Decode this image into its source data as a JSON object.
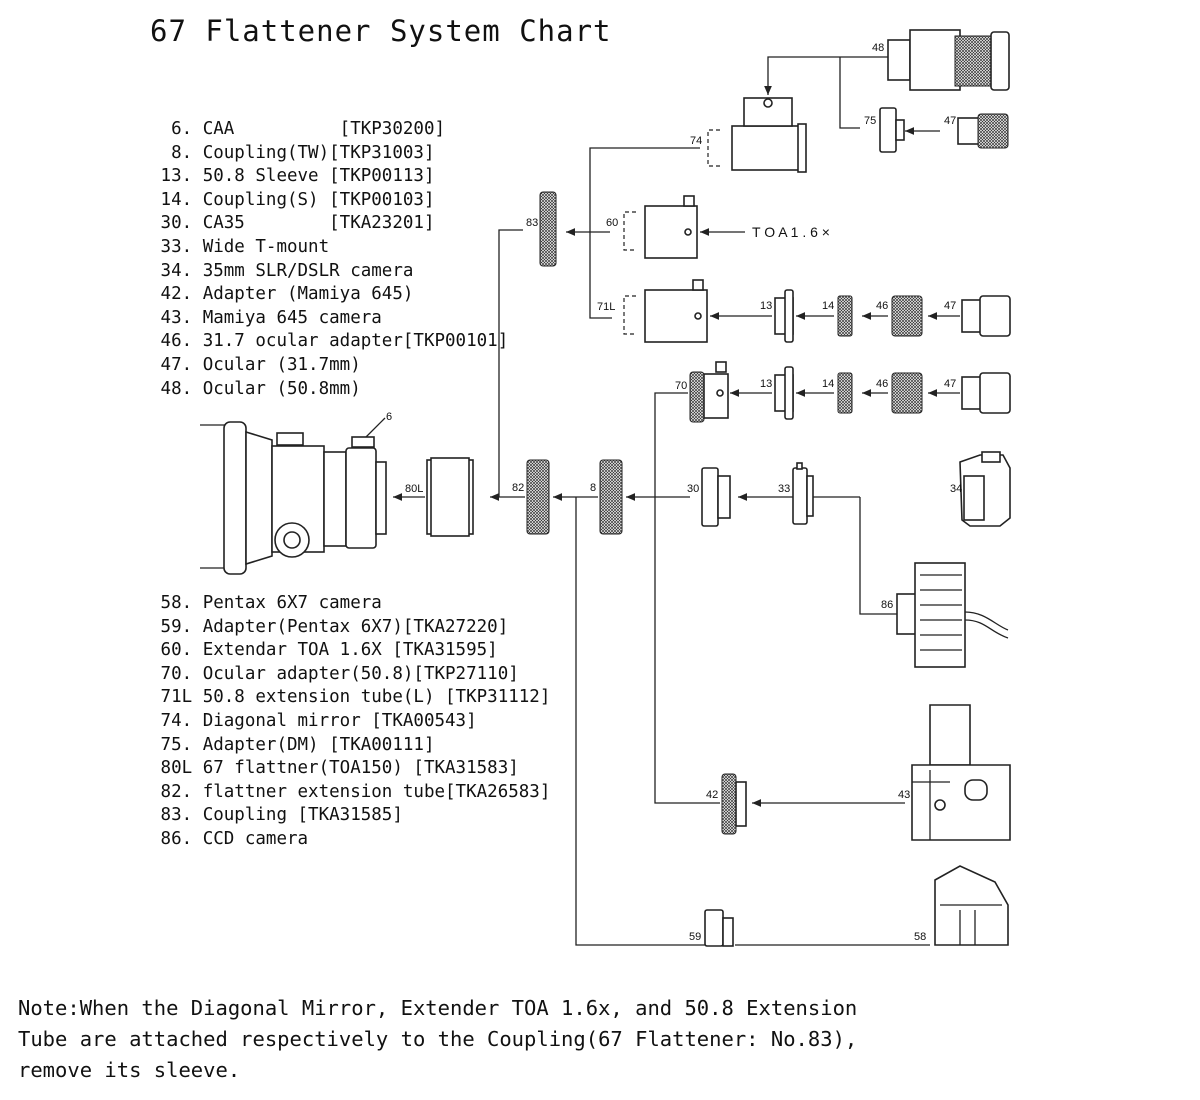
{
  "title": "67 Flattener System Chart",
  "legend_top": [
    {
      "num": "  6.",
      "text": " CAA          [TKP30200]"
    },
    {
      "num": "  8.",
      "text": " Coupling(TW)[TKP31003]"
    },
    {
      "num": " 13.",
      "text": " 50.8 Sleeve [TKP00113]"
    },
    {
      "num": " 14.",
      "text": " Coupling(S) [TKP00103]"
    },
    {
      "num": " 30.",
      "text": " CA35        [TKA23201]"
    },
    {
      "num": " 33.",
      "text": " Wide T-mount"
    },
    {
      "num": " 34.",
      "text": " 35mm SLR/DSLR camera"
    },
    {
      "num": " 42.",
      "text": " Adapter (Mamiya 645)"
    },
    {
      "num": " 43.",
      "text": " Mamiya 645 camera"
    },
    {
      "num": " 46.",
      "text": " 31.7 ocular adapter[TKP00101]"
    },
    {
      "num": " 47.",
      "text": " Ocular (31.7mm)"
    },
    {
      "num": " 48.",
      "text": " Ocular (50.8mm)"
    }
  ],
  "legend_bottom": [
    {
      "num": " 58.",
      "text": " Pentax 6X7 camera"
    },
    {
      "num": " 59.",
      "text": " Adapter(Pentax 6X7)[TKA27220]"
    },
    {
      "num": " 60.",
      "text": " Extendar TOA 1.6X [TKA31595]"
    },
    {
      "num": " 70.",
      "text": " Ocular adapter(50.8)[TKP27110]"
    },
    {
      "num": " 71L",
      "text": " 50.8 extension tube(L) [TKP31112]"
    },
    {
      "num": " 74.",
      "text": " Diagonal mirror [TKA00543]"
    },
    {
      "num": " 75.",
      "text": " Adapter(DM) [TKA00111]"
    },
    {
      "num": " 80L",
      "text": " 67 flattner(TOA150) [TKA31583]"
    },
    {
      "num": " 82.",
      "text": " flattner extension tube[TKA26583]"
    },
    {
      "num": " 83.",
      "text": " Coupling [TKA31585]"
    },
    {
      "num": " 86.",
      "text": " CCD camera"
    }
  ],
  "diagram_labels": {
    "p6": "6",
    "p80L": "80L",
    "p82": "82",
    "p8": "8",
    "p30": "30",
    "p33": "33",
    "p34": "34",
    "p86": "86",
    "p83": "83",
    "p74": "74",
    "p75": "75",
    "p48": "48",
    "p47a": "47",
    "p60": "60",
    "toa": "T O A 1 . 6 ×",
    "p71L": "71L",
    "p13a": "13",
    "p14a": "14",
    "p46a": "46",
    "p47b": "47",
    "p70": "70",
    "p13b": "13",
    "p14b": "14",
    "p46b": "46",
    "p47c": "47",
    "p42": "42",
    "p43": "43",
    "p59": "59",
    "p58": "58"
  },
  "note": [
    "Note:When the Diagonal Mirror, Extender TOA 1.6x, and 50.8 Extension",
    "Tube are attached respectively to the Coupling(67 Flattener: No.83),",
    "remove its sleeve."
  ]
}
